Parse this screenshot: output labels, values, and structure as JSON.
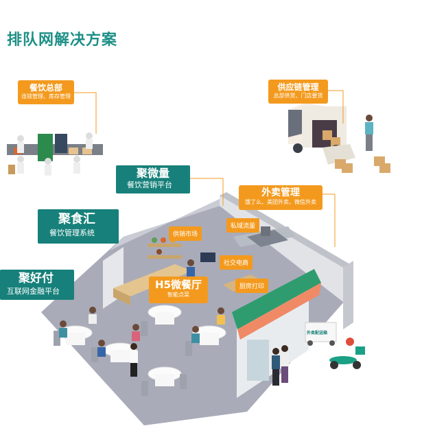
{
  "page_title": "排队网解决方案",
  "modules": {
    "hq": {
      "name": "餐饮总部",
      "desc": "连锁管理、库存管理"
    },
    "supply": {
      "name": "供应链管理",
      "desc": "总部供货、门店要货"
    },
    "jwl": {
      "name": "聚微量",
      "desc": "餐饮营销平台"
    },
    "jsh": {
      "name": "聚食汇",
      "desc": "餐饮管理系统"
    },
    "jhf": {
      "name": "聚好付",
      "desc": "互联网金融平台"
    },
    "waimai": {
      "name": "外卖管理",
      "desc": "饿了么、美团外卖、微信外卖"
    },
    "h5": {
      "name": "H5微餐厅",
      "desc": "智能点菜"
    }
  },
  "features": {
    "supply_market": "供销市场",
    "private_traffic": "私域流量",
    "social_commerce": "社交电商",
    "kitchen_print": "厨房打印"
  },
  "shop_sign": "外卖配送箱",
  "colors": {
    "brand_teal": "#17807a",
    "accent_orange": "#f39a1e",
    "floor_gray": "#a9abb8",
    "wall_gray": "#d9dbe0"
  }
}
